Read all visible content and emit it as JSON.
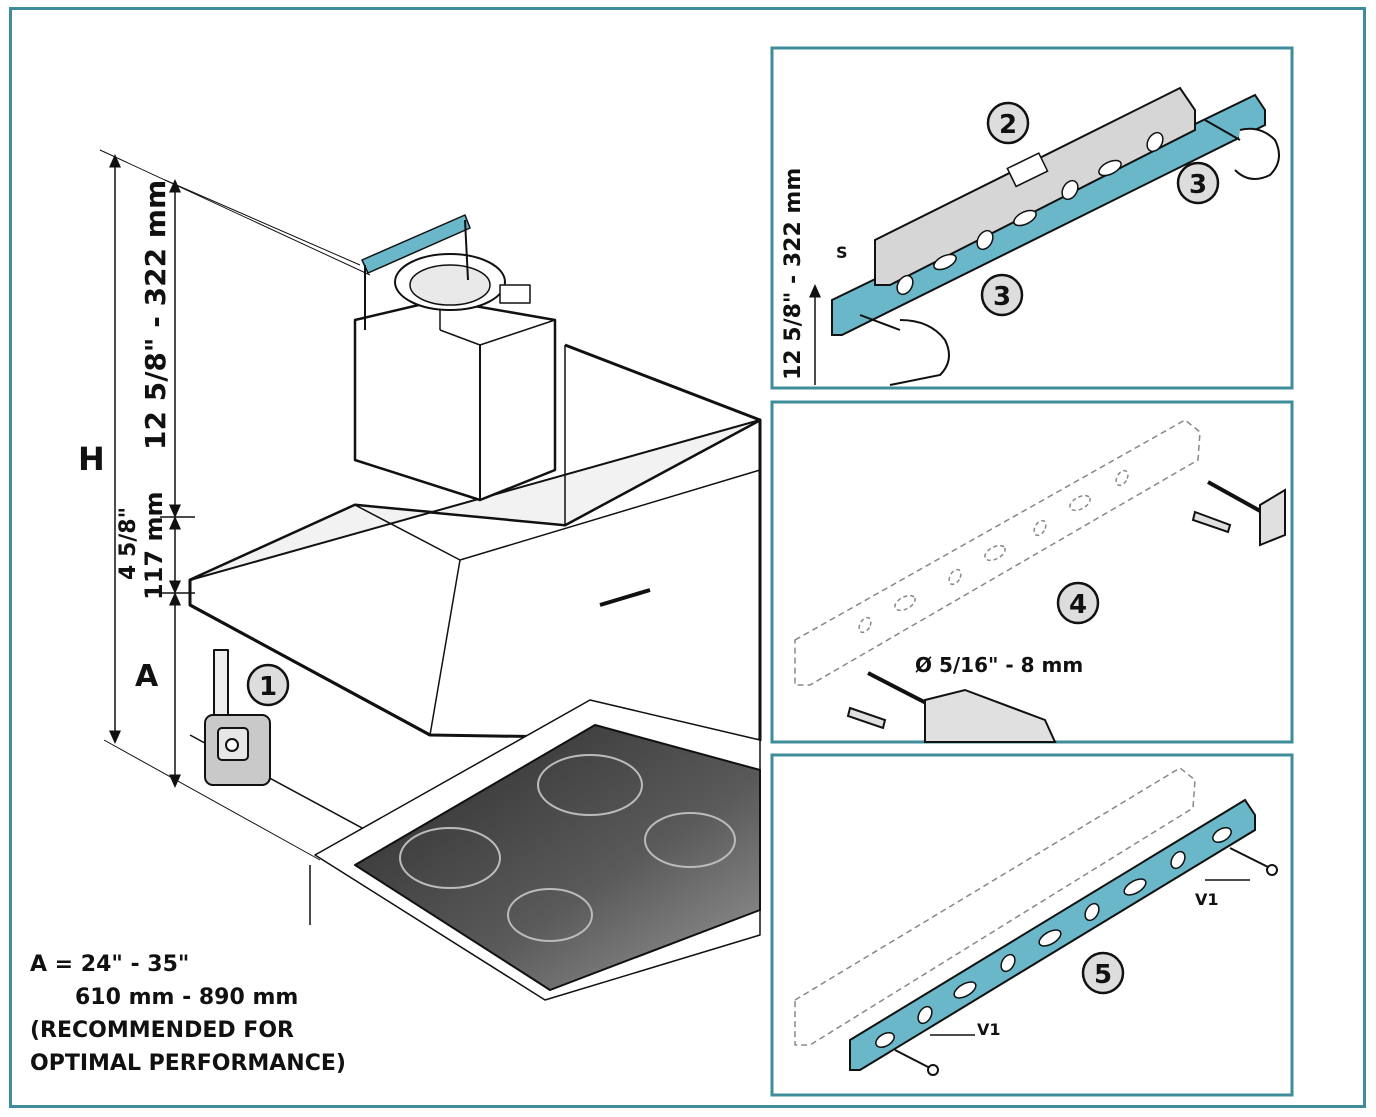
{
  "colors": {
    "frame": "#3f8d9a",
    "bracket": "#69b7c8",
    "line": "#111111"
  },
  "main": {
    "label_H": "H",
    "dim_upper": "12 5/8\" - 322 mm",
    "dim_lower_top": "4 5/8\"",
    "dim_lower_bottom": "117 mm",
    "label_A": "A",
    "step1": "1"
  },
  "panel1": {
    "step2": "2",
    "step3a": "3",
    "step3b": "3",
    "label_S": "S",
    "dim": "12 5/8\" - 322 mm"
  },
  "panel2": {
    "step4": "4",
    "drill": "Ø 5/16\" - 8 mm"
  },
  "panel3": {
    "step5": "5",
    "screw_top": "V1",
    "screw_bottom": "V1"
  },
  "note": {
    "line1": "A = 24\" - 35\"",
    "line2": "610 mm - 890 mm",
    "line3": "(RECOMMENDED FOR",
    "line4": "OPTIMAL PERFORMANCE)"
  }
}
